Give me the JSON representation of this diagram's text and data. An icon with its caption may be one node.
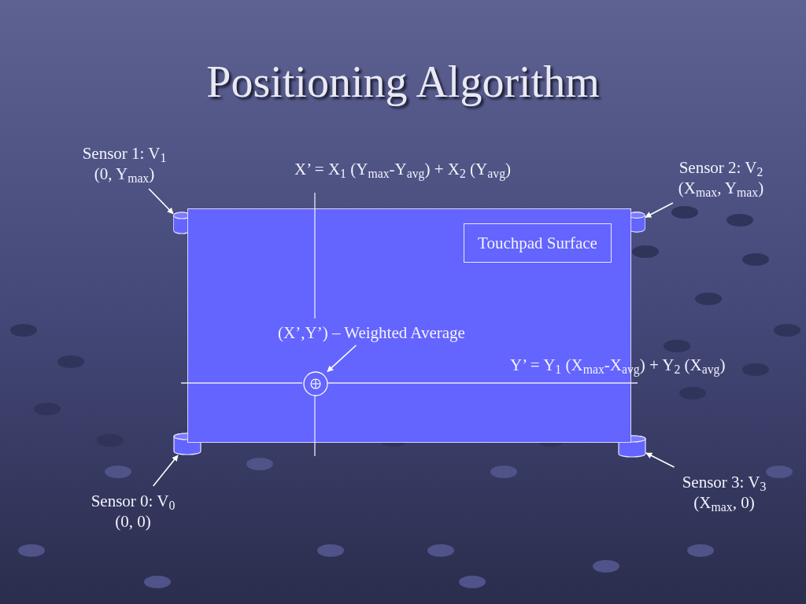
{
  "diagram": {
    "title": "Positioning Algorithm",
    "nodes": [
      {
        "text": [
          "Sensor 1: V$_{1}$",
          "(0, Y$_{max}$)"
        ]
      },
      {
        "text": [
          "Sensor 2: V$_{2}$",
          "(X$_{max}$, Y$_{max}$)"
        ]
      },
      {
        "text": [],
        "shape": "box"
      },
      {
        "text": [
          "Touchpad Surface"
        ],
        "in": 2
      },
      {
        "text": [],
        "shape": "cylinder"
      },
      {
        "text": [],
        "shape": "cylinder"
      },
      {
        "text": [
          "(X’,Y’) – Weighted Average"
        ],
        "in": 2
      },
      {
        "text": [],
        "shape": "circle",
        "in": 2
      },
      {
        "text": [],
        "shape": "cylinder"
      },
      {
        "text": [],
        "shape": "cylinder"
      },
      {
        "text": [
          "Sensor 0: V$_{0}$",
          "(0, 0)"
        ]
      },
      {
        "text": [
          "Sensor 3: V$_{3}$",
          "(X$_{max}$, 0)"
        ]
      }
    ],
    "edges": [
      {
        "from": 0,
        "to": 4,
        "arrow": "to"
      },
      {
        "from": 1,
        "to": 5,
        "arrow": "to"
      },
      {
        "from": 6,
        "to": 7,
        "arrow": "to"
      },
      {
        "from": 10,
        "to": 8,
        "arrow": "to"
      },
      {
        "from": 11,
        "to": 9,
        "arrow": "to"
      }
    ],
    "labels": [
      "X’ = X$_{1}$ (Y$_{max}$-Y$_{avg}$) + X$_{2}$ (Y$_{avg}$)",
      "Y’ = Y$_{1}$ (X$_{max}$-X$_{avg}$) + Y$_{2}$ (X$_{avg}$)"
    ]
  }
}
